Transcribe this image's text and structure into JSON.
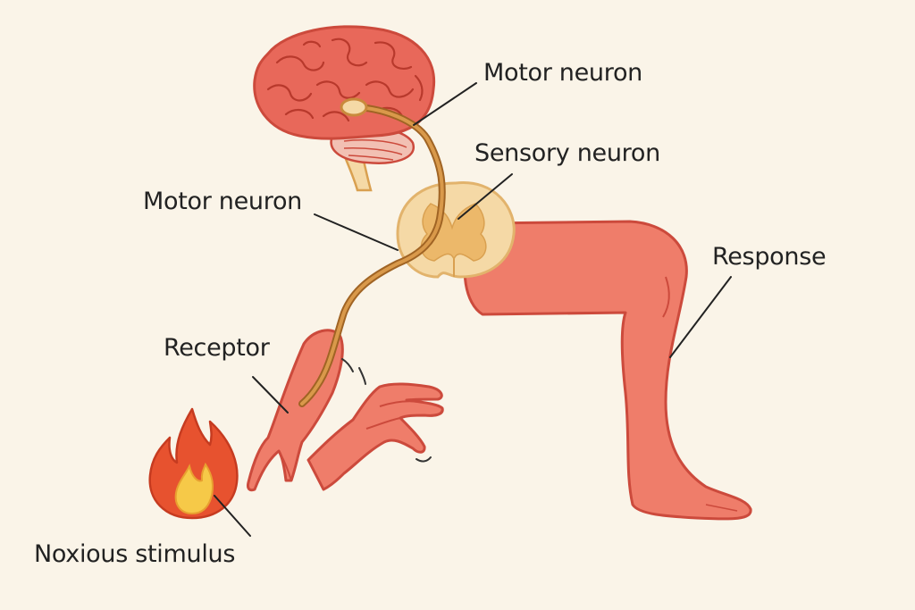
{
  "labels": {
    "motor_neuron_top": "Motor neuron",
    "sensory_neuron": "Sensory neuron",
    "motor_neuron_mid": "Motor neuron",
    "response": "Response",
    "receptor": "Receptor",
    "noxious_stimulus": "Noxious stimulus"
  },
  "colors": {
    "background": "#faf4e8",
    "body_fill": "#ef7d6a",
    "body_outline": "#cc4a3c",
    "brain_fill": "#e8685a",
    "spinal_cord": "#f5d9a6",
    "nerve": "#c98a3c",
    "flame_outer": "#e7522f",
    "flame_inner": "#f6c948"
  }
}
